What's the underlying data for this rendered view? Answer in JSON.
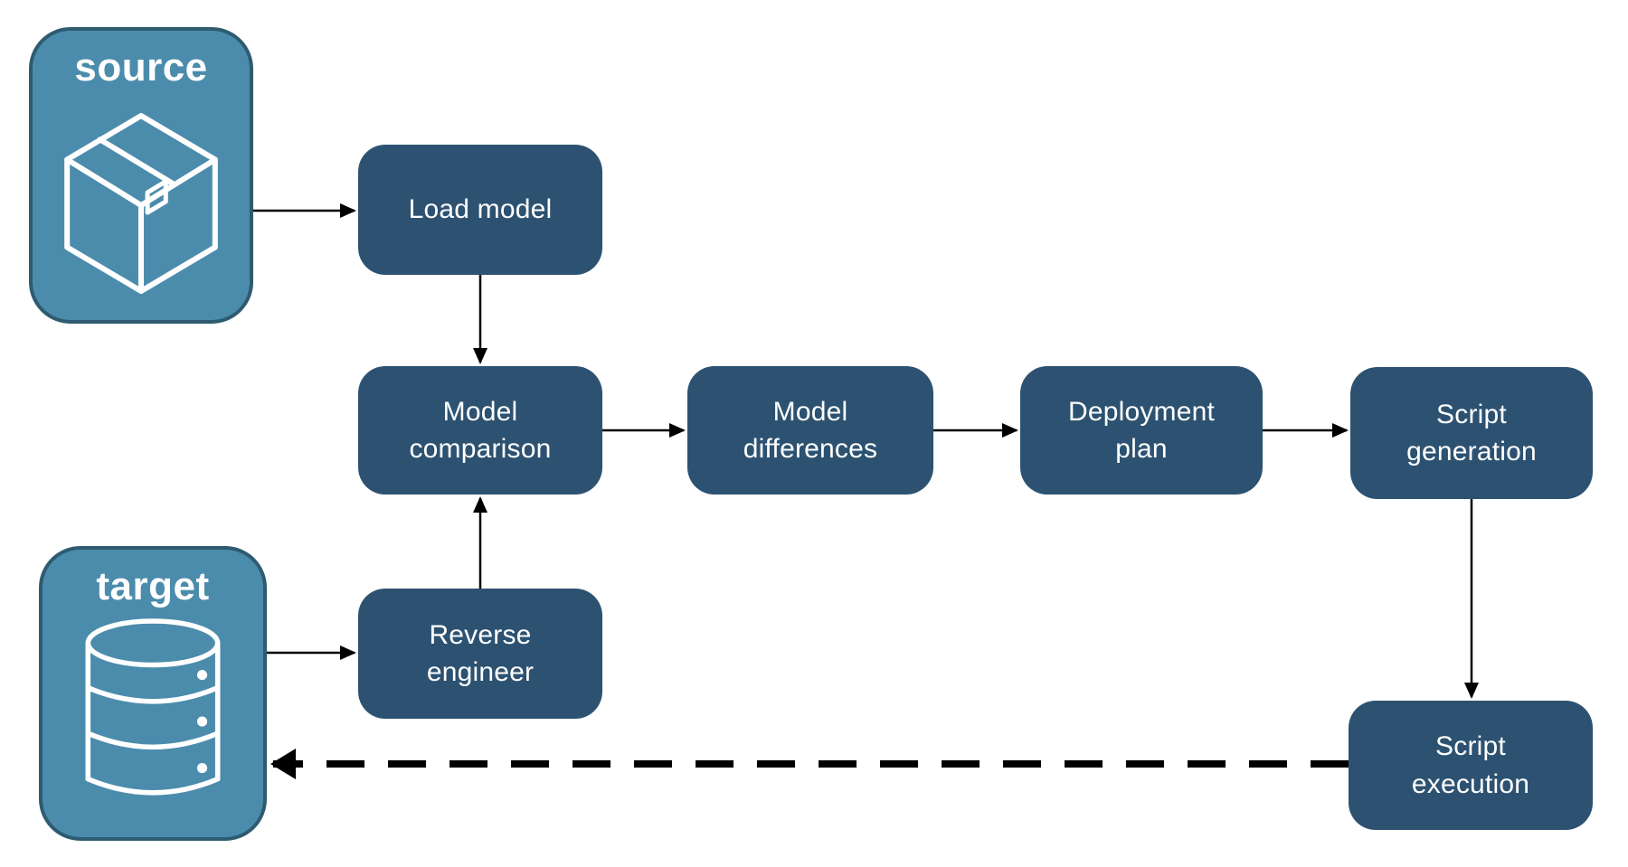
{
  "theme": {
    "background": "#FFFFFF",
    "node_fill": "#2D5271",
    "node_text": "#FFFFFF",
    "endpoint_fill": "#4B8CAC",
    "endpoint_border": "#2E5B70",
    "arrow_color": "#000000"
  },
  "endpoints": {
    "source": {
      "label": "source",
      "icon": "package-icon"
    },
    "target": {
      "label": "target",
      "icon": "database-icon"
    }
  },
  "nodes": {
    "load_model": {
      "label": "Load model"
    },
    "model_comparison": {
      "label": "Model\ncomparison"
    },
    "model_differences": {
      "label": "Model\ndifferences"
    },
    "deployment_plan": {
      "label": "Deployment\nplan"
    },
    "script_generation": {
      "label": "Script\ngeneration"
    },
    "reverse_engineer": {
      "label": "Reverse\nengineer"
    },
    "script_execution": {
      "label": "Script\nexecution"
    }
  },
  "edges": [
    {
      "from": "source",
      "to": "load_model",
      "style": "solid"
    },
    {
      "from": "load_model",
      "to": "model_comparison",
      "style": "solid"
    },
    {
      "from": "target",
      "to": "reverse_engineer",
      "style": "solid"
    },
    {
      "from": "reverse_engineer",
      "to": "model_comparison",
      "style": "solid"
    },
    {
      "from": "model_comparison",
      "to": "model_differences",
      "style": "solid"
    },
    {
      "from": "model_differences",
      "to": "deployment_plan",
      "style": "solid"
    },
    {
      "from": "deployment_plan",
      "to": "script_generation",
      "style": "solid"
    },
    {
      "from": "script_generation",
      "to": "script_execution",
      "style": "solid"
    },
    {
      "from": "script_execution",
      "to": "target",
      "style": "dashed"
    }
  ]
}
